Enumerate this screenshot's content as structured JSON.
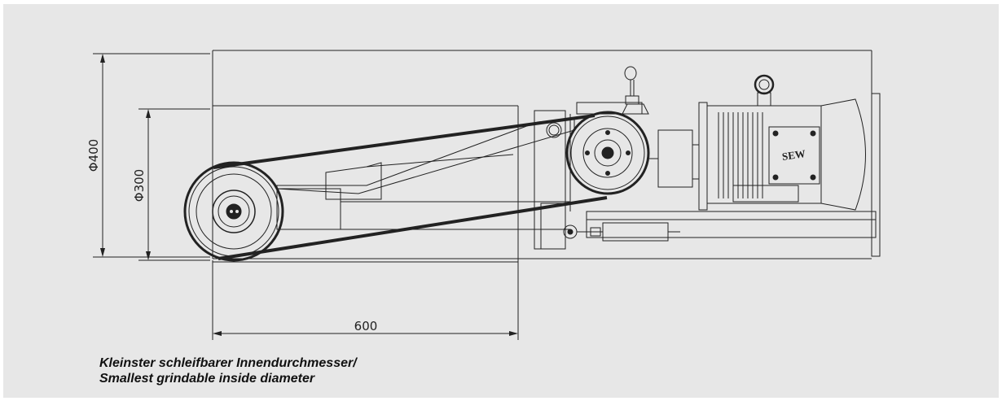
{
  "dimensions": {
    "outer_diameter": "Φ400",
    "inner_diameter": "Φ300",
    "length": "600"
  },
  "motor_label": "SEW",
  "caption": {
    "line1": "Kleinster schleifbarer Innendurchmesser/",
    "line2": "Smallest grindable inside diameter"
  },
  "colors": {
    "background": "#e7e7e7",
    "line": "#222222"
  }
}
